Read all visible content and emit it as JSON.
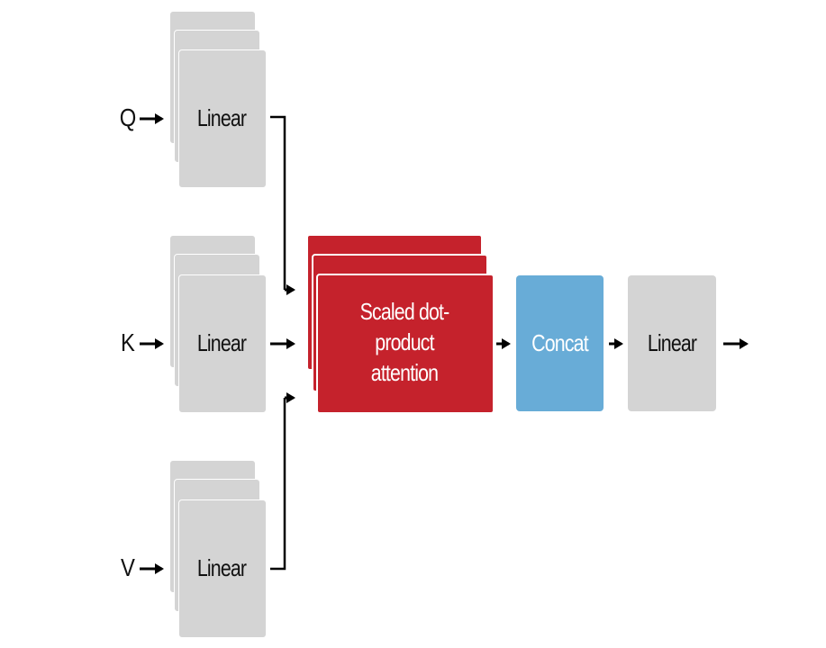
{
  "diagram": {
    "inputs": [
      {
        "id": "q",
        "label": "Q"
      },
      {
        "id": "k",
        "label": "K"
      },
      {
        "id": "v",
        "label": "V"
      }
    ],
    "linear_label": "Linear",
    "attention_label": "Scaled dot-product attention",
    "concat_label": "Concat",
    "output_linear_label": "Linear",
    "colors": {
      "linear_fill": "#d4d4d4",
      "attention_fill": "#c5222c",
      "concat_fill": "#68acd7",
      "line": "#000000"
    }
  }
}
